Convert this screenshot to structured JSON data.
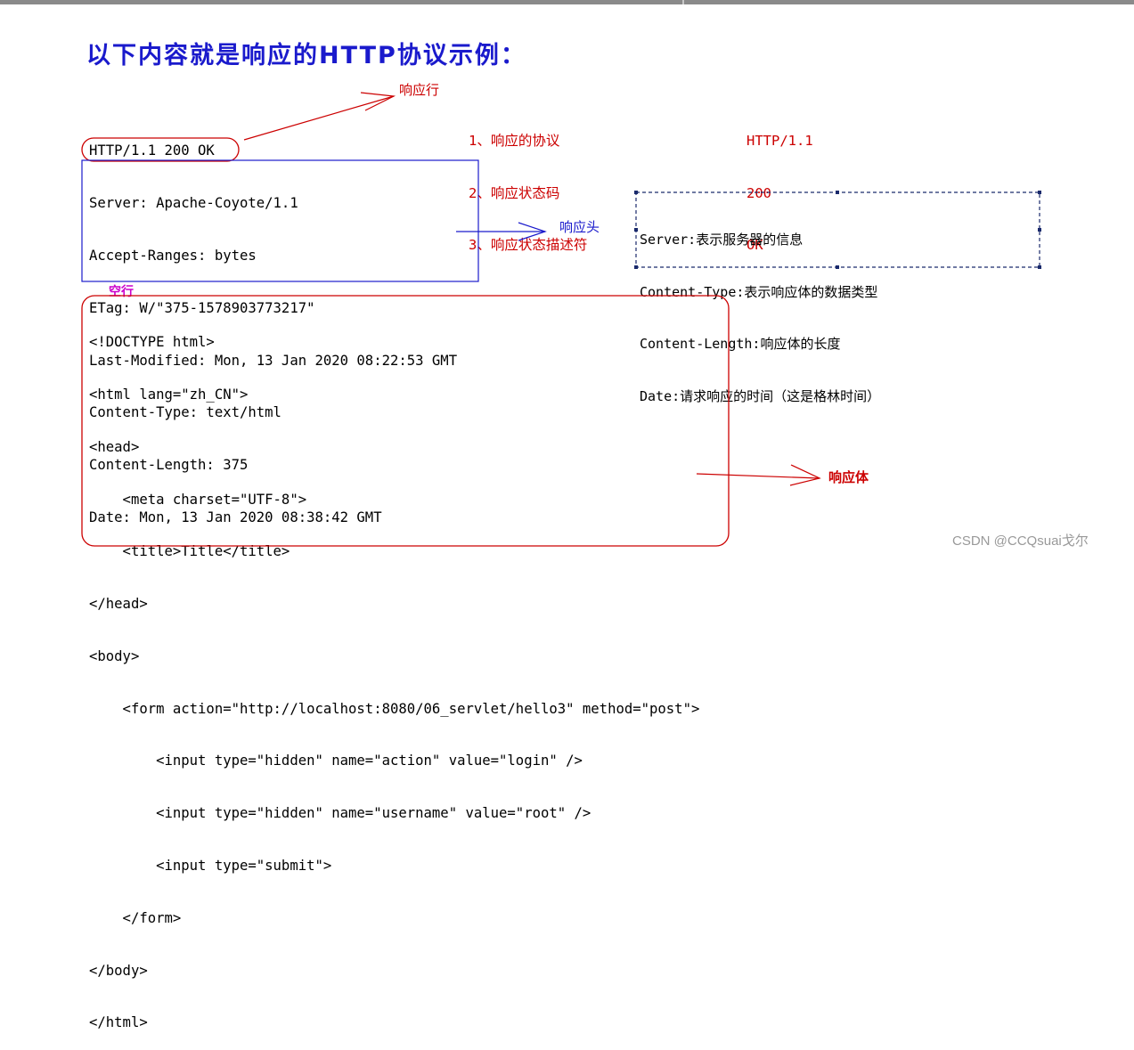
{
  "title": "以下内容就是响应的HTTP协议示例：",
  "status_line": "HTTP/1.1 200 OK",
  "labels": {
    "response_line": "响应行",
    "response_headers": "响应头",
    "empty_line": "空行",
    "response_body": "响应体"
  },
  "status_explain": [
    {
      "item": "1、响应的协议",
      "value": "HTTP/1.1"
    },
    {
      "item": "2、响应状态码",
      "value": "200"
    },
    {
      "item": "3、响应状态描述符",
      "value": "OK"
    }
  ],
  "headers": [
    "Server: Apache-Coyote/1.1",
    "Accept-Ranges: bytes",
    "ETag: W/\"375-1578903773217\"",
    "Last-Modified: Mon, 13 Jan 2020 08:22:53 GMT",
    "Content-Type: text/html",
    "Content-Length: 375",
    "Date: Mon, 13 Jan 2020 08:38:42 GMT"
  ],
  "header_notes": [
    "Server:表示服务器的信息",
    "Content-Type:表示响应体的数据类型",
    "Content-Length:响应体的长度",
    "Date:请求响应的时间（这是格林时间）"
  ],
  "body_lines": [
    "<!DOCTYPE html>",
    "<html lang=\"zh_CN\">",
    "<head>",
    "    <meta charset=\"UTF-8\">",
    "    <title>Title</title>",
    "</head>",
    "<body>",
    "    <form action=\"http://localhost:8080/06_servlet/hello3\" method=\"post\">",
    "        <input type=\"hidden\" name=\"action\" value=\"login\" />",
    "        <input type=\"hidden\" name=\"username\" value=\"root\" />",
    "        <input type=\"submit\">",
    "    </form>",
    "</body>",
    "</html>"
  ],
  "watermark": "CSDN @CCQsuai戈尔",
  "colors": {
    "red": "#cc0000",
    "blue": "#1a1acc",
    "magenta": "#cc00cc",
    "navy": "#1a2a6c"
  }
}
